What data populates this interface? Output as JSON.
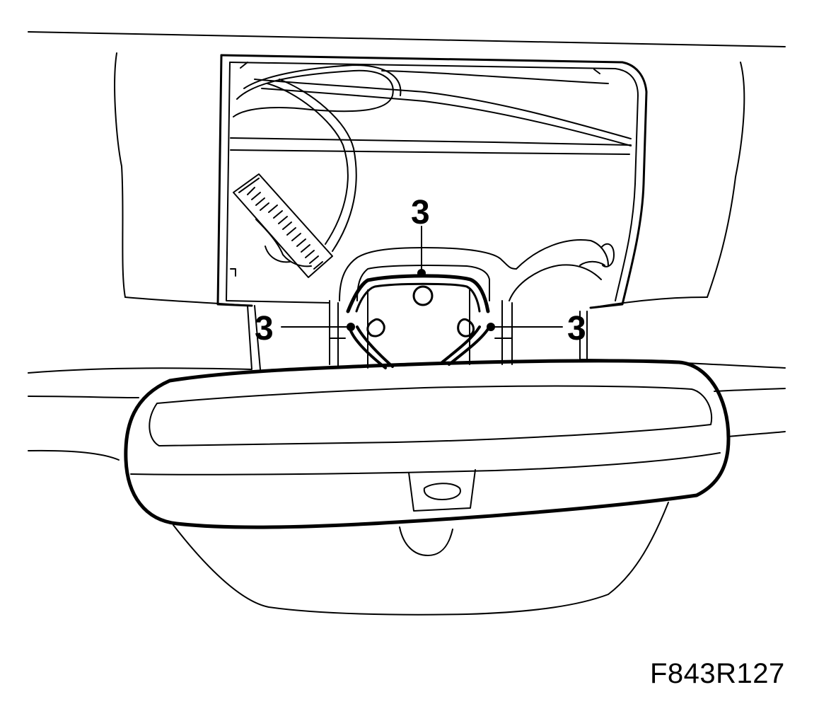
{
  "diagram": {
    "callouts": [
      {
        "id": "top",
        "label": "3"
      },
      {
        "id": "left",
        "label": "3"
      },
      {
        "id": "right",
        "label": "3"
      }
    ],
    "figure_id": "F843R127"
  }
}
